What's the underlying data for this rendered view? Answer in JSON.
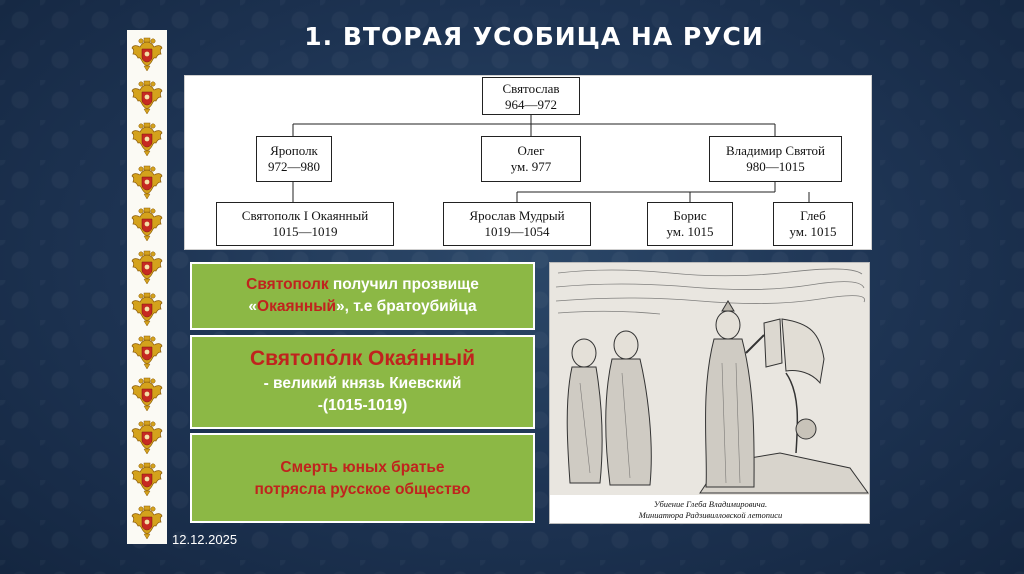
{
  "slide": {
    "title": "1. ВТОРАЯ УСОБИЦА НА РУСИ",
    "date": "12.12.2025"
  },
  "family_tree": {
    "root": {
      "name": "Святослав",
      "years": "964—972"
    },
    "children": [
      {
        "name": "Ярополк",
        "years": "972—980"
      },
      {
        "name": "Олег",
        "years": "ум. 977"
      },
      {
        "name": "Владимир Святой",
        "years": "980—1015"
      }
    ],
    "grandchildren": [
      {
        "name": "Святополк I Окаянный",
        "years": "1015—1019"
      },
      {
        "name": "Ярослав Мудрый",
        "years": "1019—1054"
      },
      {
        "name": "Борис",
        "years": "ум. 1015"
      },
      {
        "name": "Глеб",
        "years": "ум. 1015"
      }
    ]
  },
  "box1": {
    "name": "Святополк",
    "text1": " получил прозвище",
    "quote_open": "«",
    "nickname": "Окаянный",
    "text2": "», т.е братоубийца"
  },
  "box2": {
    "heading": "Святопо́лк Окая́нный",
    "line1": "- великий князь Киевский",
    "line2": "-(1015-1019)"
  },
  "box3": {
    "line1": "Смерть юных братье",
    "line2": "потрясла русское  общество"
  },
  "miniature": {
    "caption_line1": "Убиение Глеба Владимировича.",
    "caption_line2": "Миниатюра Радзивилловской летописи"
  },
  "colors": {
    "background": "#1d3352",
    "green_box": "#8cb845",
    "accent_red": "#c0231e"
  },
  "icons": [
    "russian-coat-of-arms-icon"
  ]
}
